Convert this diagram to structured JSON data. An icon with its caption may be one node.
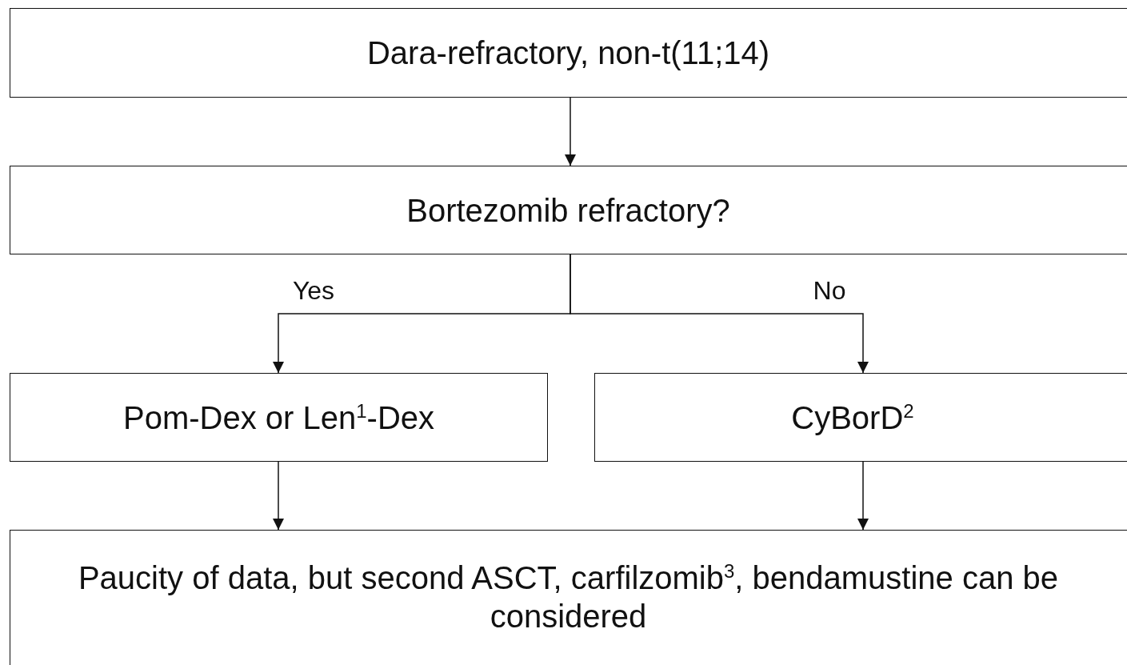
{
  "diagram": {
    "nodes": [
      {
        "text": [
          "Dara-refractory, non-t(11;14)"
        ]
      },
      {
        "text": [
          "Bortezomib refractory?"
        ]
      },
      {
        "text": [
          "Pom-Dex or Len$^{1}$-Dex"
        ]
      },
      {
        "text": [
          "CyBorD$^{2}$"
        ]
      },
      {
        "text": [
          "Paucity of data, but second ASCT, carfilzomib$^{3}$, bendamustine can be considered"
        ]
      }
    ],
    "edges": [
      {
        "from": 0,
        "to": 1,
        "arrow": "to"
      },
      {
        "from": 1,
        "to": 2,
        "arrow": "to",
        "label": "Yes"
      },
      {
        "from": 1,
        "to": 3,
        "arrow": "to",
        "label": "No"
      },
      {
        "from": 2,
        "to": 4,
        "arrow": "to"
      },
      {
        "from": 3,
        "to": 4,
        "arrow": "to"
      }
    ]
  }
}
